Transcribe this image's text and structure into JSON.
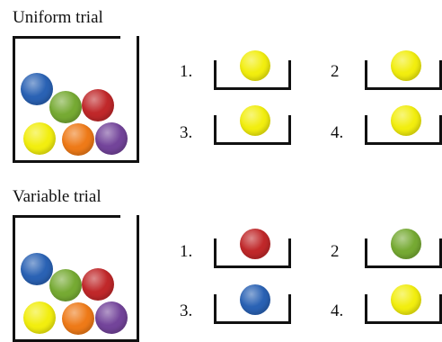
{
  "colors": {
    "red": "#c0282a",
    "green": "#76aa33",
    "blue": "#2a62b4",
    "yellow": "#f2ee0f",
    "orange": "#ee7a18",
    "purple": "#73449a",
    "line": "#111111"
  },
  "panels": [
    {
      "title": "Uniform trial",
      "jar_balls": [
        "blue",
        "green",
        "red",
        "yellow",
        "orange",
        "purple"
      ],
      "trials": [
        {
          "label": "1.",
          "ball": "yellow"
        },
        {
          "label": "2",
          "ball": "yellow"
        },
        {
          "label": "3.",
          "ball": "yellow"
        },
        {
          "label": "4.",
          "ball": "yellow"
        }
      ]
    },
    {
      "title": "Variable trial",
      "jar_balls": [
        "blue",
        "green",
        "red",
        "yellow",
        "orange",
        "purple"
      ],
      "trials": [
        {
          "label": "1.",
          "ball": "red"
        },
        {
          "label": "2",
          "ball": "green"
        },
        {
          "label": "3.",
          "ball": "blue"
        },
        {
          "label": "4.",
          "ball": "yellow"
        }
      ]
    }
  ]
}
